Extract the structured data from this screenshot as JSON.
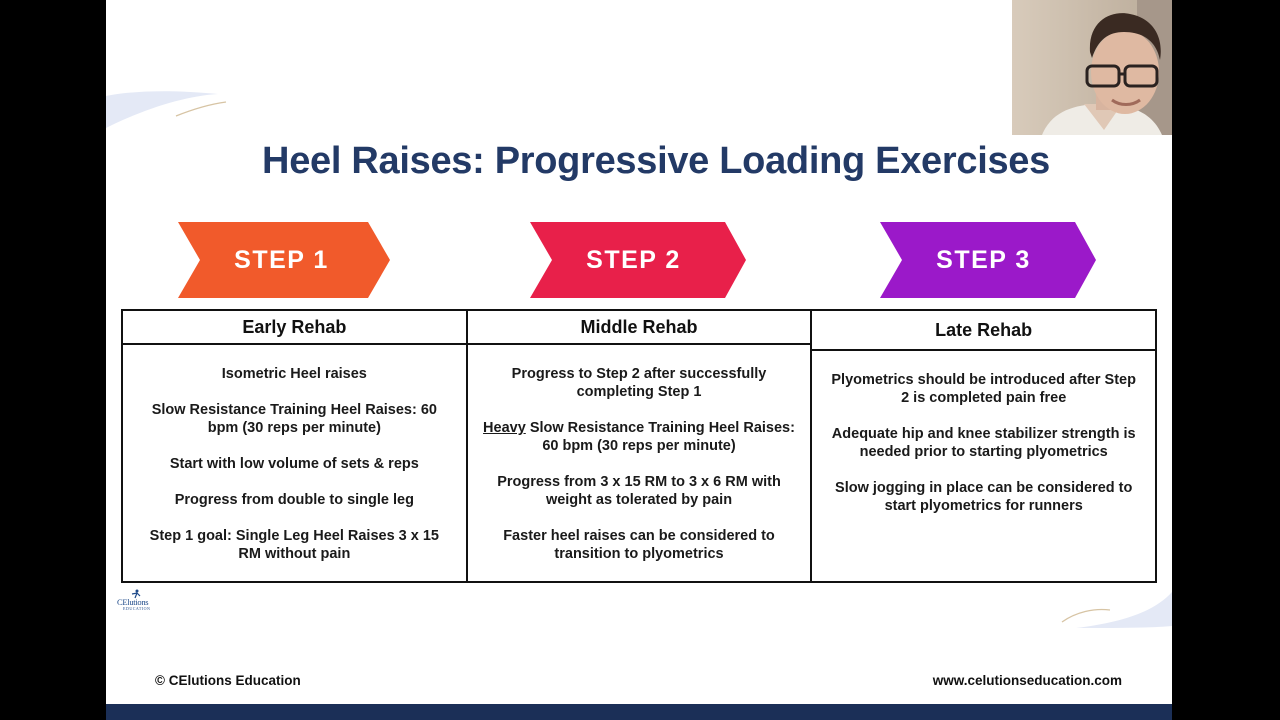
{
  "slide": {
    "title": "Heel Raises: Progressive Loading Exercises",
    "steps": [
      {
        "label": "STEP 1",
        "color": "#f15a2b"
      },
      {
        "label": "STEP 2",
        "color": "#e8204a"
      },
      {
        "label": "STEP 3",
        "color": "#9b19c9"
      }
    ],
    "columns": [
      {
        "header": "Early Rehab",
        "items": [
          "Isometric Heel raises",
          "Slow Resistance Training Heel Raises: 60 bpm (30 reps per minute)",
          "Start with low volume of sets & reps",
          "Progress from double to single leg",
          "Step 1 goal: Single Leg Heel Raises 3 x 15 RM without pain"
        ]
      },
      {
        "header": "Middle Rehab",
        "items": [
          "Progress to Step 2 after successfully completing Step 1",
          "Slow Resistance Training Heel Raises: 60 bpm (30 reps per minute)",
          "Progress from 3 x 15 RM to 3 x 6 RM with weight as tolerated by pain",
          "Faster heel raises can be considered to transition to plyometrics"
        ],
        "emphasis_word": "Heavy"
      },
      {
        "header": "Late Rehab",
        "items": [
          "Plyometrics should be introduced after Step 2 is completed pain free",
          "Adequate hip and knee stabilizer strength is needed prior to starting plyometrics",
          "Slow jogging in place can be considered to start plyometrics for runners"
        ]
      }
    ],
    "logo": {
      "word": "CElutions",
      "sub": "EDUCATION"
    },
    "footer_left": "© CElutions Education",
    "footer_right": "www.celutionseducation.com",
    "colors": {
      "title": "#233a66",
      "bottom_bar": "#1b2f57"
    }
  },
  "webcam": {
    "icon": "presenter-video-feed"
  }
}
